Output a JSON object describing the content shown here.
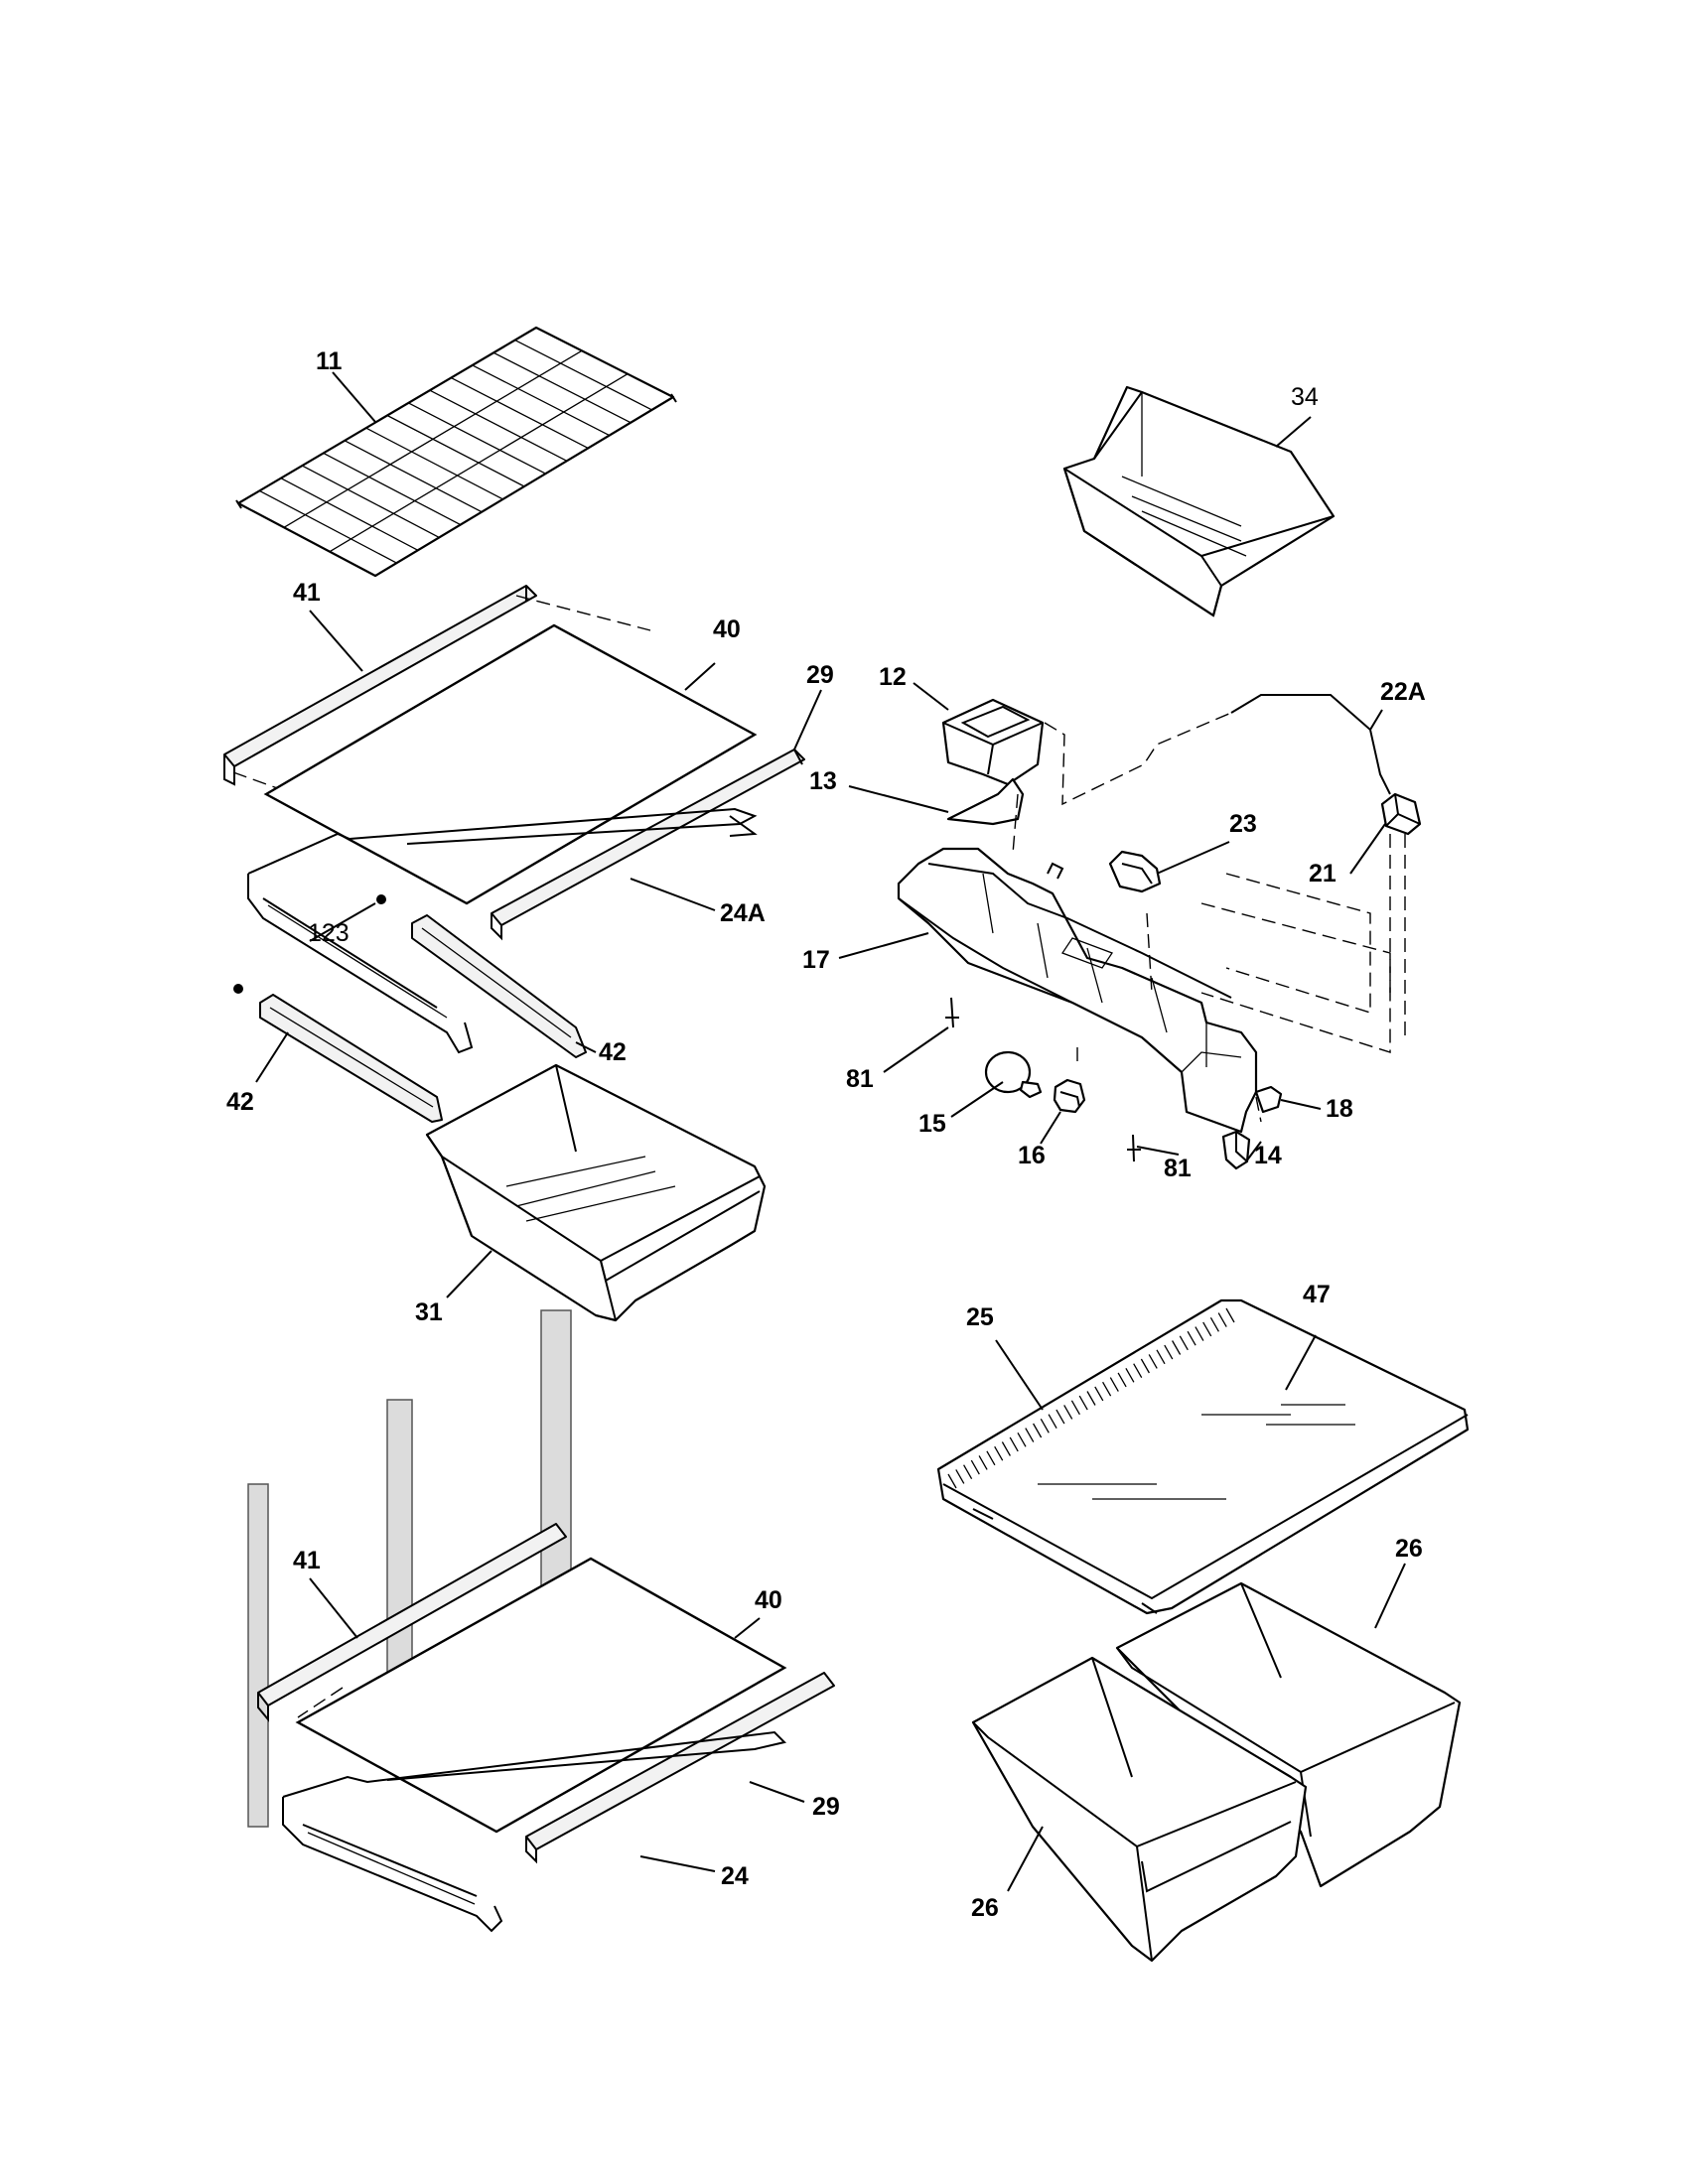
{
  "diagram": {
    "labels": {
      "l11": "11",
      "l34": "34",
      "l41a": "41",
      "l40a": "40",
      "l29a": "29",
      "l12": "12",
      "l22A": "22A",
      "l13": "13",
      "l23": "23",
      "l21": "21",
      "l24A": "24A",
      "l17": "17",
      "l123": "123",
      "l42a": "42",
      "l81a": "81",
      "l18": "18",
      "l42b": "42",
      "l15": "15",
      "l16": "16",
      "l14": "14",
      "l81b": "81",
      "l31": "31",
      "l25": "25",
      "l47": "47",
      "l26a": "26",
      "l41b": "41",
      "l40b": "40",
      "l29b": "29",
      "l24": "24",
      "l26b": "26"
    }
  }
}
